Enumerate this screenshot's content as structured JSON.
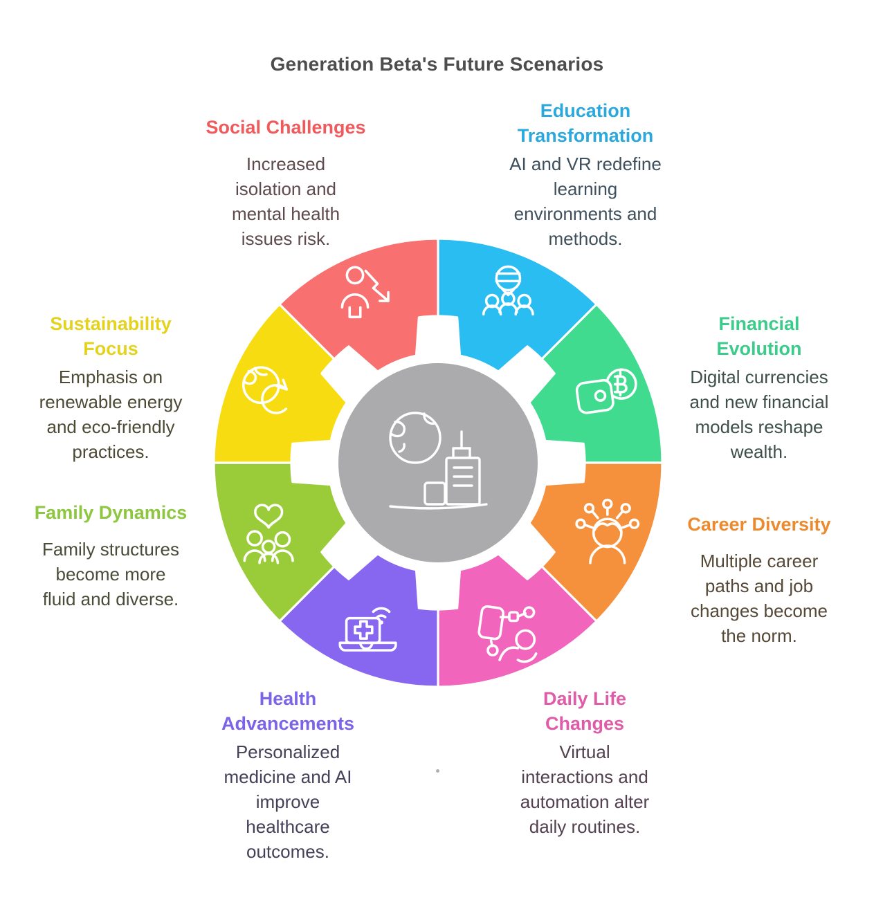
{
  "title": {
    "text": "Generation Beta's Future Scenarios",
    "color": "#4D4D4D"
  },
  "wheel": {
    "center": {
      "icon": "globe-city-icon",
      "color": "#ABABAD",
      "border_color": "#FFFFFF"
    }
  },
  "sections": [
    {
      "id": "education",
      "heading": "Education\nTransformation",
      "description": "AI and VR redefine\nlearning\nenvironments and\nmethods.",
      "heading_color": "#2BA9DC",
      "desc_color": "#3F505C",
      "wedge_color": "#29BDF2",
      "icon": "vr-group-icon"
    },
    {
      "id": "financial",
      "heading": "Financial\nEvolution",
      "description": "Digital currencies\nand new financial\nmodels reshape\nwealth.",
      "heading_color": "#3BCB8A",
      "desc_color": "#3E4F48",
      "wedge_color": "#41DB90",
      "icon": "wallet-bitcoin-icon"
    },
    {
      "id": "career",
      "heading": "Career Diversity",
      "description": "Multiple career\npaths and job\nchanges become\nthe norm.",
      "heading_color": "#EB8A2F",
      "desc_color": "#564837",
      "wedge_color": "#F5913C",
      "icon": "career-radiate-icon"
    },
    {
      "id": "daily",
      "heading": "Daily Life\nChanges",
      "description": "Virtual\ninteractions and\nautomation alter\ndaily routines.",
      "heading_color": "#E05CA8",
      "desc_color": "#54414F",
      "wedge_color": "#F165BD",
      "icon": "vr-device-icon"
    },
    {
      "id": "health",
      "heading": "Health\nAdvancements",
      "description": "Personalized\nmedicine and AI\nimprove\nhealthcare\noutcomes.",
      "heading_color": "#7C64E8",
      "desc_color": "#454058",
      "wedge_color": "#8767F0",
      "icon": "health-laptop-icon"
    },
    {
      "id": "family",
      "heading": "Family Dynamics",
      "description": "Family structures\nbecome more\nfluid and diverse.",
      "heading_color": "#8DC63F",
      "desc_color": "#484C39",
      "wedge_color": "#99CC38",
      "icon": "family-heart-icon"
    },
    {
      "id": "sustainability",
      "heading": "Sustainability\nFocus",
      "description": "Emphasis on\nrenewable energy\nand eco-friendly\npractices.",
      "heading_color": "#E4D31E",
      "desc_color": "#4C4A35",
      "wedge_color": "#F8DC12",
      "icon": "globe-recycle-icon"
    },
    {
      "id": "social",
      "heading": "Social Challenges",
      "description": "Increased\nisolation and\nmental health\nissues risk.",
      "heading_color": "#F05A5C",
      "desc_color": "#5E4A4C",
      "wedge_color": "#F87070",
      "icon": "person-decline-icon"
    }
  ]
}
